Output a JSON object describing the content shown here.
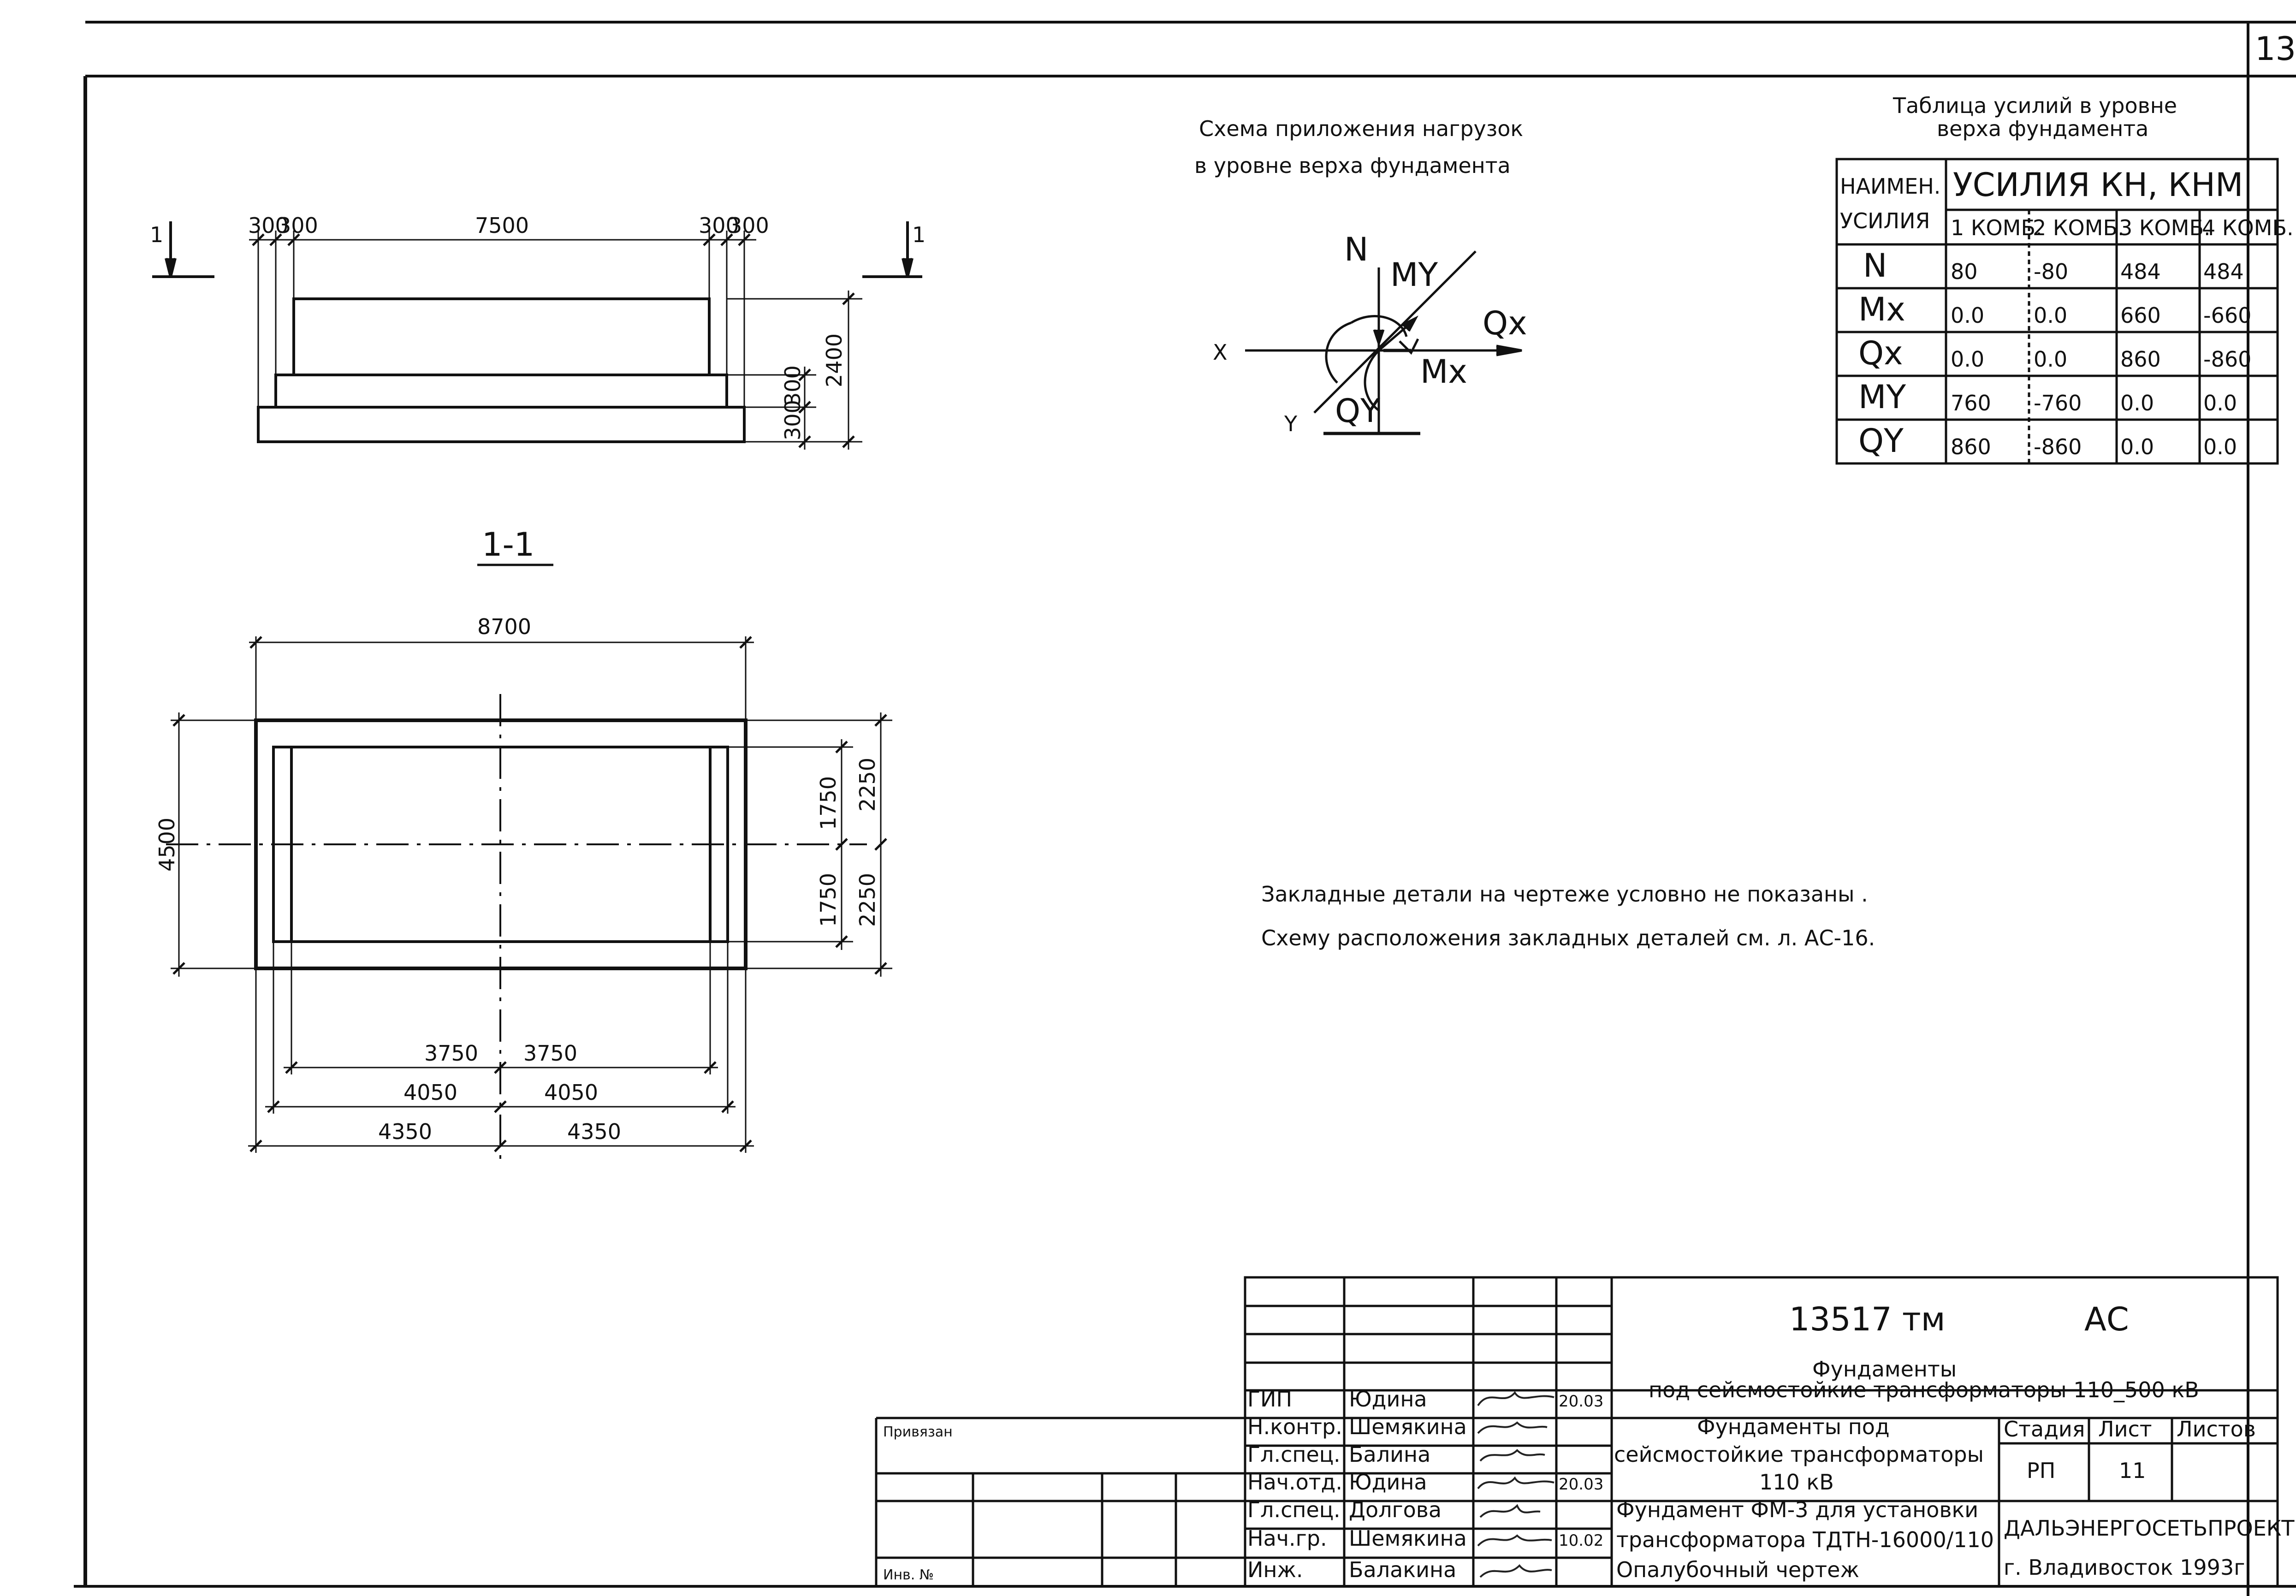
{
  "page_number": "13",
  "elevation": {
    "top_dims": [
      "300",
      "300",
      "7500",
      "300",
      "300"
    ],
    "height_dims": [
      "2400",
      "300",
      "300"
    ],
    "section_mark": "1",
    "section_title": "1-1"
  },
  "plan": {
    "width_total": "8700",
    "height_total": "4500",
    "right_dims": [
      "2250",
      "1750",
      "2250",
      "1750"
    ],
    "bottom_row1": [
      "3750",
      "3750"
    ],
    "bottom_row2": [
      "4050",
      "4050"
    ],
    "bottom_row3": [
      "4350",
      "4350"
    ]
  },
  "load_scheme": {
    "title_line1": "Схема приложения нагрузок",
    "title_line2": "в уровне верха фундамента",
    "labels": {
      "N": "N",
      "My": "MY",
      "Qx": "Qx",
      "Mx": "Mx",
      "X": "X",
      "Y": "Y",
      "Qy": "QY"
    }
  },
  "forces_table": {
    "title_line1": "Таблица усилий в уровне",
    "title_line2": "верха фундамента",
    "header_name_1": "НАИМЕН.",
    "header_name_2": "УСИЛИЯ",
    "header_units": "УСИЛИЯ КН, КНМ",
    "combos": [
      "1 КОМБ.",
      "2 КОМБ.",
      "3 КОМБ.",
      "4 КОМБ."
    ],
    "rows": [
      {
        "name": "N",
        "values": [
          "80",
          "-80",
          "484",
          "484"
        ]
      },
      {
        "name": "Mx",
        "values": [
          "0.0",
          "0.0",
          "660",
          "-660"
        ]
      },
      {
        "name": "Qx",
        "values": [
          "0.0",
          "0.0",
          "860",
          "-860"
        ]
      },
      {
        "name": "MY",
        "values": [
          "760",
          "-760",
          "0.0",
          "0.0"
        ]
      },
      {
        "name": "QY",
        "values": [
          "860",
          "-860",
          "0.0",
          "0.0"
        ]
      }
    ]
  },
  "notes": {
    "line1": "Закладные детали на чертеже условно не показаны .",
    "line2": "Схему расположения закладных деталей см. л. АС-16."
  },
  "title_block": {
    "doc_number": "13517 тм",
    "doc_code": "АС",
    "project_line1": "Фундаменты",
    "project_line2": "под сейсмостойкие трансформаторы 110_500 кВ",
    "section_line1": "Фундаменты под",
    "section_line2": "сейсмостойкие трансформаторы",
    "section_line3": "110 кВ",
    "sheet_line1": "Фундамент ФМ-3 для установки",
    "sheet_line2": "трансформатора ТДТН-16000/110",
    "sheet_line3": "Опалубочный чертеж",
    "stage_label": "Стадия",
    "sheet_label": "Лист",
    "sheets_label": "Листов",
    "stage_value": "РП",
    "sheet_value": "11",
    "org": "ДАЛЬЭНЕРГОСЕТЬПРОЕКТ",
    "city": "г. Владивосток 1993г.",
    "privyazan": "Привязан",
    "inv": "Инв. №",
    "staff": [
      {
        "role": "ГИП",
        "name": "Юдина",
        "date": "20.03"
      },
      {
        "role": "Н.контр.",
        "name": "Шемякина",
        "date": ""
      },
      {
        "role": "Гл.спец.",
        "name": "Балина",
        "date": ""
      },
      {
        "role": "Нач.отд.",
        "name": "Юдина",
        "date": "20.03"
      },
      {
        "role": "Гл.спец.",
        "name": "Долгова",
        "date": ""
      },
      {
        "role": "Нач.гр.",
        "name": "Шемякина",
        "date": "10.02"
      },
      {
        "role": "Инж.",
        "name": "Балакина",
        "date": ""
      }
    ]
  }
}
